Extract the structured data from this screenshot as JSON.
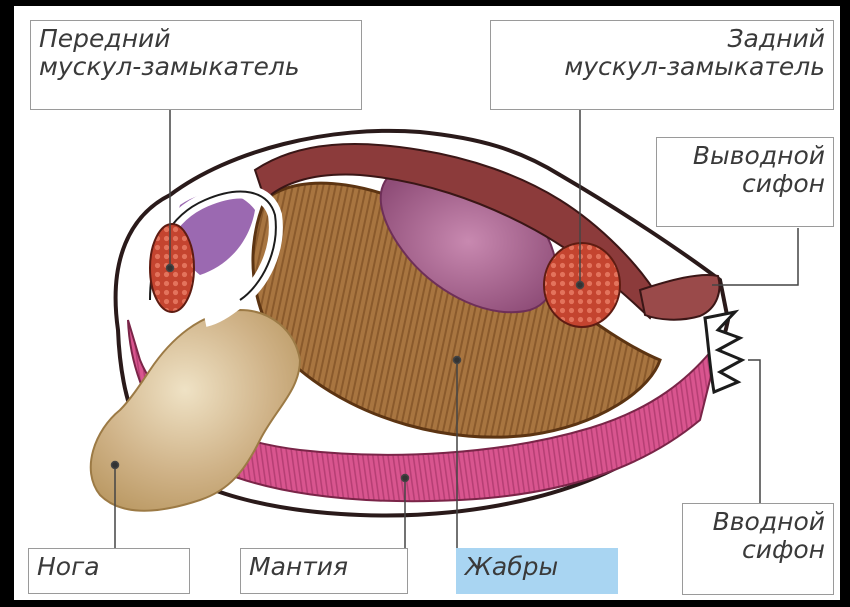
{
  "labels": {
    "anterior_muscle": {
      "line1": "Передний",
      "line2": "мускул-замыкатель"
    },
    "posterior_muscle": {
      "line1": "Задний",
      "line2": "мускул-замыкатель"
    },
    "excurrent_siphon": {
      "line1": "Выводной",
      "line2": "сифон"
    },
    "incurrent_siphon": {
      "line1": "Вводной",
      "line2": "сифон"
    },
    "foot": "Нога",
    "mantle": "Мантия",
    "gills": "Жабры"
  },
  "colors": {
    "background": "#000000",
    "panel": "#ffffff",
    "label_border": "#9a9a9a",
    "label_text": "#3a3a3a",
    "highlight": "#a9d5f2",
    "mantle": "#d9558f",
    "gills": "#9c6a3a",
    "foot": "#cdb386",
    "muscle": "#b8402f",
    "visceral_mass": "#a8608a",
    "body_wall": "#6b3a3a"
  }
}
